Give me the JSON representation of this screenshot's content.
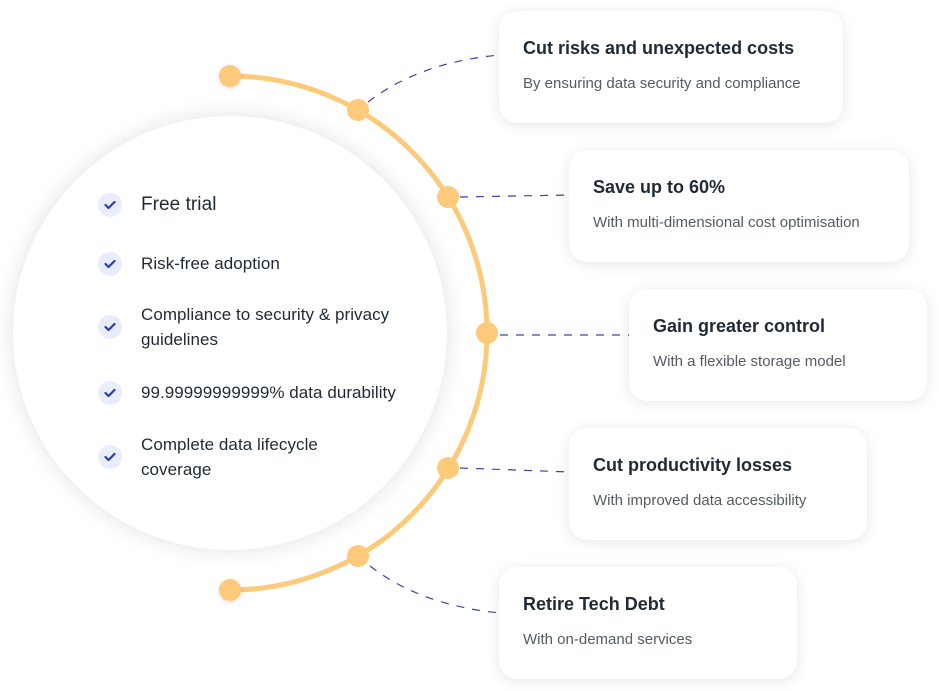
{
  "colors": {
    "arc": "#fdc97a",
    "connector": "#3b44a0",
    "check_bg": "#e9edfb",
    "check_mark": "#2b3bb0",
    "title_text": "#1f2a36",
    "sub_text": "#555b63"
  },
  "features": [
    {
      "label": "Free trial",
      "icon": "check-icon"
    },
    {
      "label": "Risk-free adoption",
      "icon": "check-icon"
    },
    {
      "label": "Compliance to security & privacy guidelines",
      "icon": "check-icon"
    },
    {
      "label": "99.99999999999% data durability",
      "icon": "check-icon"
    },
    {
      "label": "Complete data lifecycle coverage",
      "icon": "check-icon"
    }
  ],
  "benefits": [
    {
      "title": "Cut risks and unexpected costs",
      "subtitle": "By ensuring data security and compliance"
    },
    {
      "title": "Save up to 60%",
      "subtitle": "With multi-dimensional cost optimisation"
    },
    {
      "title": "Gain greater control",
      "subtitle": "With a flexible storage model"
    },
    {
      "title": "Cut productivity losses",
      "subtitle": "With improved data accessibility"
    },
    {
      "title": "Retire Tech Debt",
      "subtitle": "With on-demand services"
    }
  ]
}
